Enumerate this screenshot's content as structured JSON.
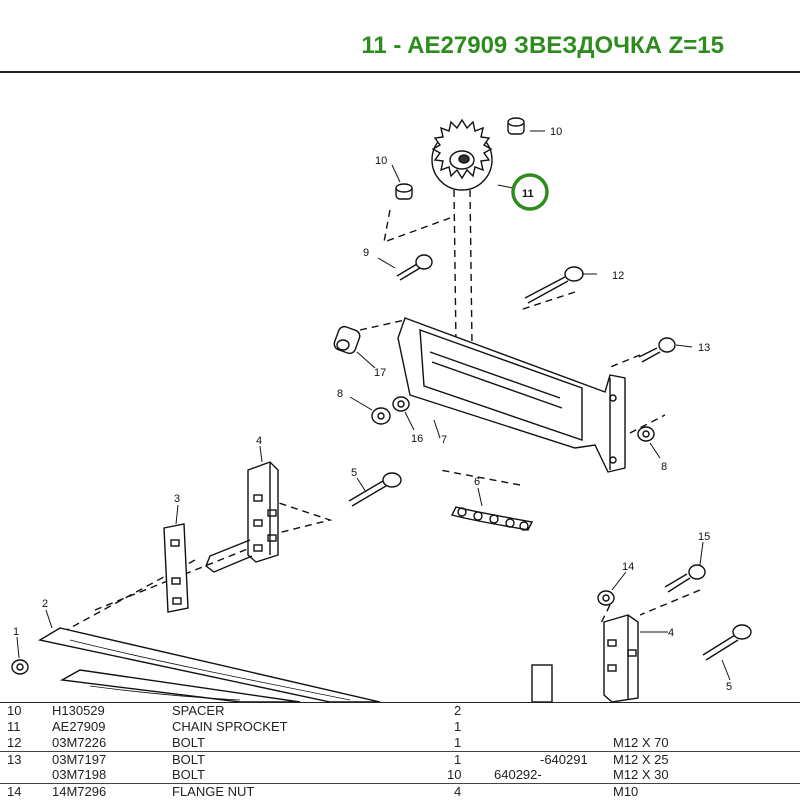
{
  "title": "11 - AE27909 ЗВЕЗДОЧКА Z=15",
  "callouts": {
    "c1": "1",
    "c2": "2",
    "c3": "3",
    "c4a": "4",
    "c4b": "4",
    "c5a": "5",
    "c5b": "5",
    "c6": "6",
    "c7": "7",
    "c8a": "8",
    "c8b": "8",
    "c9": "9",
    "c10a": "10",
    "c10b": "10",
    "c11": "11",
    "c12": "12",
    "c13": "13",
    "c14": "14",
    "c15": "15",
    "c16": "16",
    "c17": "17"
  },
  "highlight_color": "#2e8b1e",
  "parts": [
    {
      "ref": "10",
      "part": "H130529",
      "desc": "SPACER",
      "qty": "2",
      "serial": "",
      "remarks": ""
    },
    {
      "ref": "11",
      "part": "AE27909",
      "desc": "CHAIN SPROCKET",
      "qty": "1",
      "serial": "",
      "remarks": ""
    },
    {
      "ref": "12",
      "part": "03M7226",
      "desc": "BOLT",
      "qty": "1",
      "serial": "",
      "remarks": "M12 X 70"
    },
    {
      "ref": "13",
      "part": "03M7197",
      "desc": "BOLT",
      "qty": "1",
      "serial": "-640291",
      "remarks": "M12 X 25"
    },
    {
      "ref": "",
      "part": "03M7198",
      "desc": "BOLT",
      "qty": "10",
      "serial": "640292-",
      "remarks": "M12 X 30"
    },
    {
      "ref": "14",
      "part": "14M7296",
      "desc": "FLANGE NUT",
      "qty": "4",
      "serial": "",
      "remarks": "M10"
    }
  ]
}
